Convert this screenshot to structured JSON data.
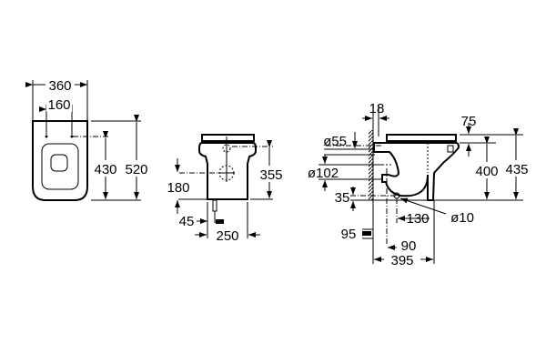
{
  "top_view": {
    "width_total": "360",
    "width_fixing": "160",
    "fixing_depth": "430",
    "length": "520"
  },
  "front_view": {
    "inlet_height": "355",
    "outlet_height": "180",
    "offset": "45",
    "base_width": "250"
  },
  "side_view": {
    "wall_gap": "18",
    "seat_offset": "75",
    "inlet_diameter": "ø55",
    "outlet_diameter": "ø102",
    "outlet_height": "35",
    "fixing_diameter": "ø10",
    "fixing_distance": "130",
    "drain_offset": "95",
    "outlet_distance": "90",
    "depth": "395",
    "rim_height": "400",
    "seat_height": "435"
  },
  "colors": {
    "line": "#000000",
    "background": "#ffffff"
  }
}
